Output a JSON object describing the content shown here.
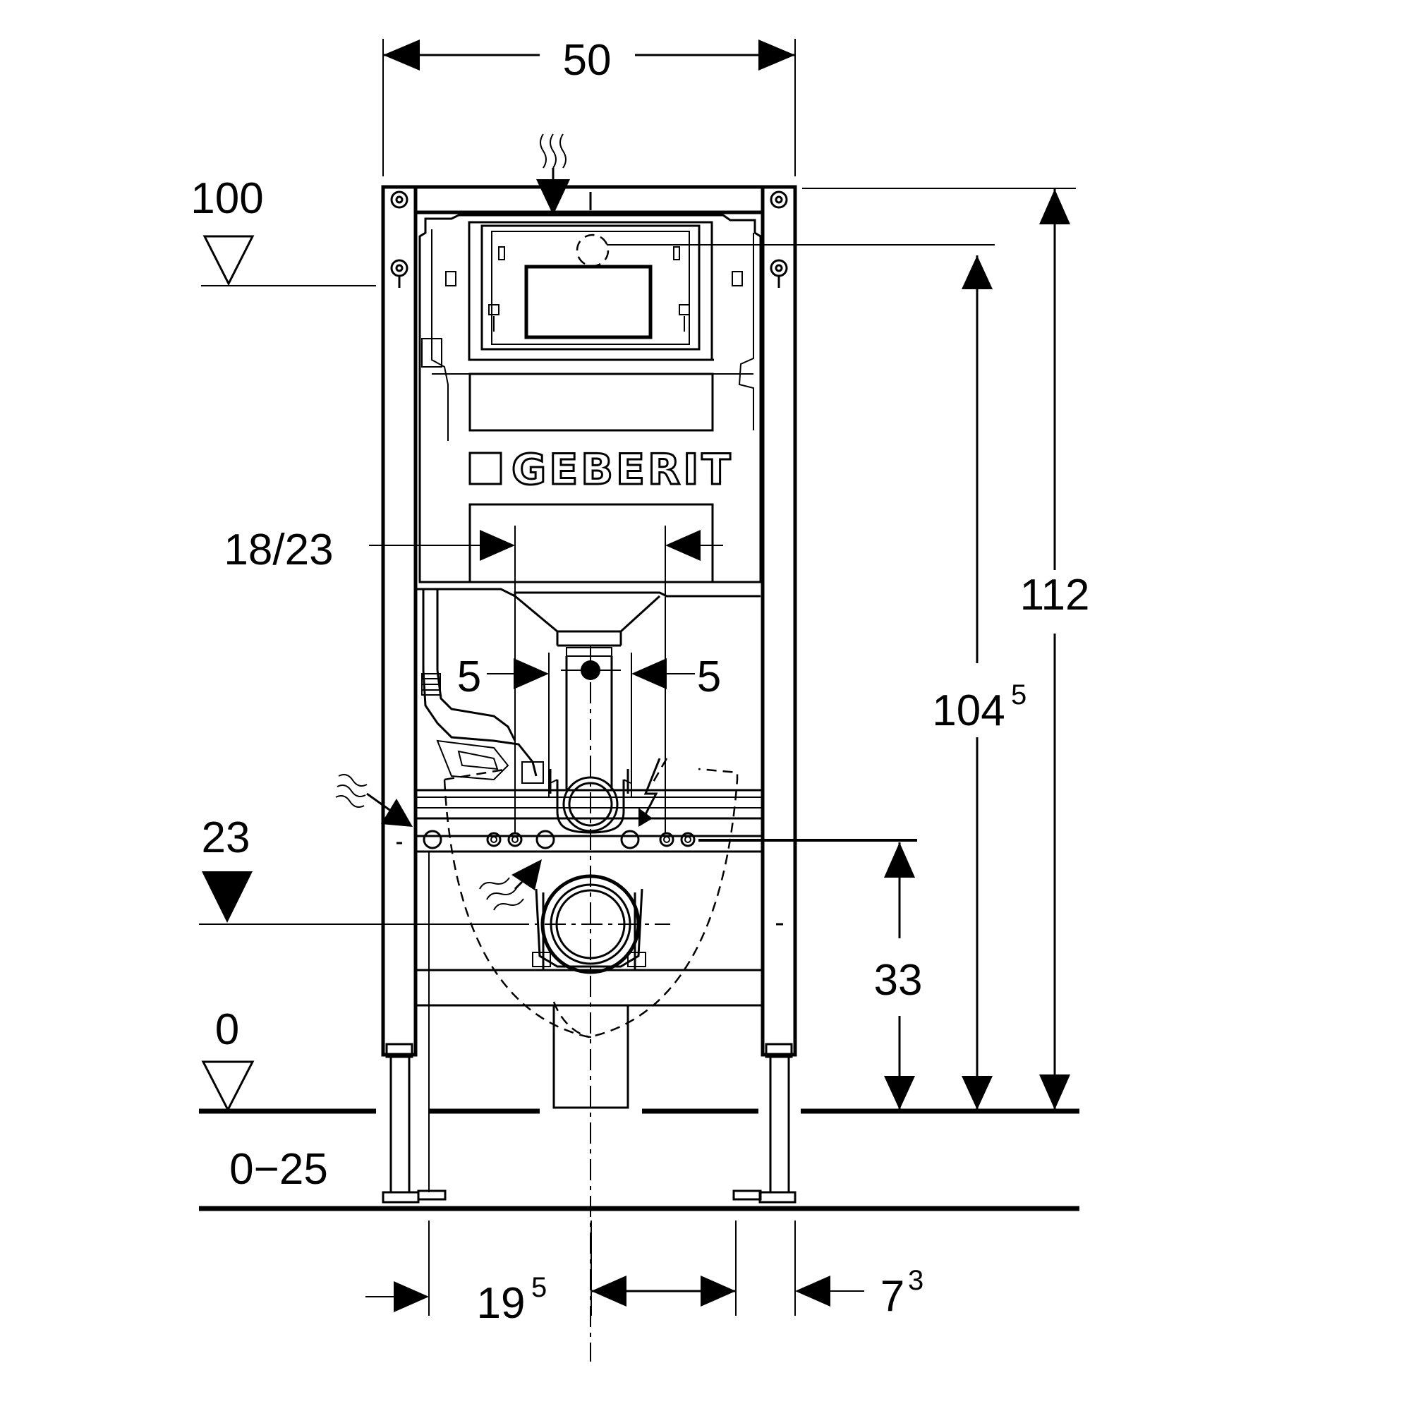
{
  "brand": {
    "logo_text": "GEBERIT"
  },
  "dimensions": {
    "frame_width": "50",
    "level_top": "100",
    "total_height": "112",
    "actuator_height": "104",
    "actuator_height_sup": "5",
    "flush_width": "18/23",
    "offset_left": "5",
    "offset_right": "5",
    "level_supply": "23",
    "drain_height": "33",
    "level_floor": "0",
    "floor_range": "0−25",
    "left_offset": "19",
    "left_offset_sup": "5",
    "right_offset": "7",
    "right_offset_sup": "3"
  },
  "icons": {
    "water_supply_top": "water-supply-icon",
    "water_supply_side": "water-supply-icon",
    "water_supply_bottom": "water-supply-icon",
    "electric": "electric-icon",
    "level_marker": "level-triangle-icon"
  }
}
